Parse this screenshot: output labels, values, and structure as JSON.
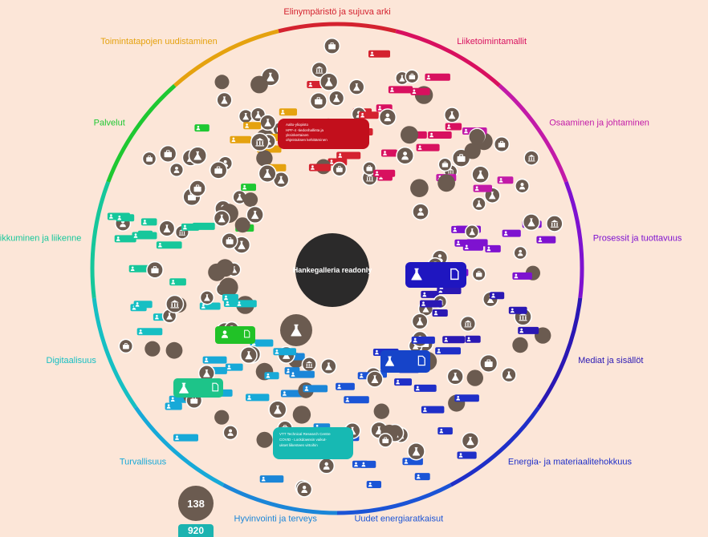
{
  "app": {
    "center_title": "Hankegalleria readonly"
  },
  "categories": [
    {
      "label": "Elinympäristö ja sujuva arki",
      "color": "#d4222f"
    },
    {
      "label": "Liiketoimintamallit",
      "color": "#d8105f"
    },
    {
      "label": "Osaaminen ja johtaminen",
      "color": "#c21aa8"
    },
    {
      "label": "Prosessit ja tuottavuus",
      "color": "#7e12d0"
    },
    {
      "label": "Mediat ja sisällöt",
      "color": "#2a18b4"
    },
    {
      "label": "Energia- ja materiaalitehokkuus",
      "color": "#1f2fc8"
    },
    {
      "label": "Uudet energiaratkaisut",
      "color": "#1b54d6"
    },
    {
      "label": "Hyvinvointi ja terveys",
      "color": "#1b86d8"
    },
    {
      "label": "Turvallisuus",
      "color": "#17a9d8"
    },
    {
      "label": "Digitaalisuus",
      "color": "#16bfc3"
    },
    {
      "label": "Liikkuminen ja liikenne",
      "color": "#16c79b"
    },
    {
      "label": "Palvelut",
      "color": "#1ec832"
    },
    {
      "label": "Toimintatapojen uudistaminen",
      "color": "#e5a20f"
    }
  ],
  "counters": {
    "count_a": "138",
    "count_b": "920"
  },
  "highlight_cards": {
    "card_red_lines": [
      "Aalto-yliopisto",
      "HPF-4 -tiedonhallinta ja",
      "yksinkertaisen",
      "ohjeistuksen kehittäminen"
    ],
    "card_teal_lines": [
      "VTT Technical Research Centre",
      "COVID - Lockdownsin vaikut-",
      "ukset liikenteen virtoihin"
    ]
  },
  "icons": {
    "project": "flask-icon",
    "company": "briefcase-icon",
    "person": "person-icon",
    "organization": "building-icon",
    "document": "document-icon"
  }
}
